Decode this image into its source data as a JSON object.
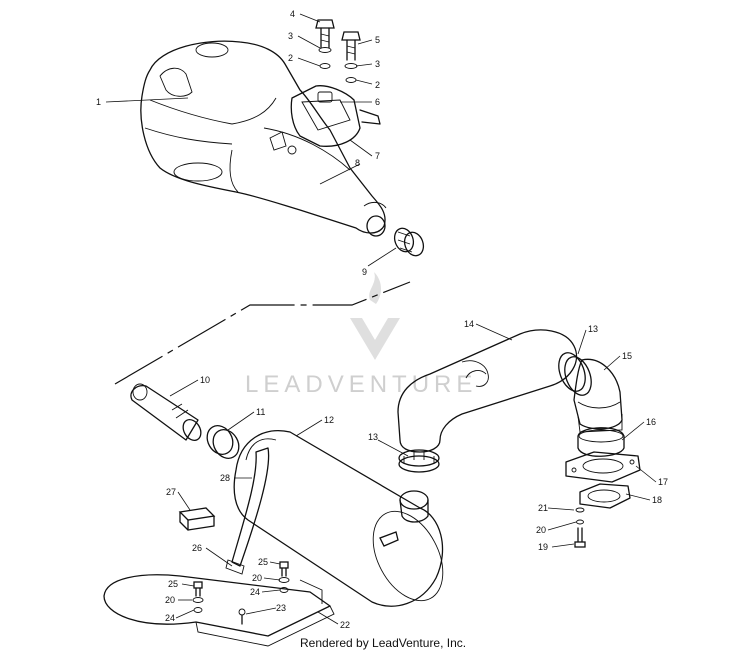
{
  "watermark": {
    "brand": "LEADVENTURE"
  },
  "credit": "Rendered by LeadVenture, Inc.",
  "callouts": [
    "1",
    "2",
    "2",
    "3",
    "3",
    "4",
    "5",
    "6",
    "7",
    "8",
    "9",
    "10",
    "11",
    "12",
    "13",
    "13",
    "14",
    "15",
    "16",
    "17",
    "18",
    "19",
    "20",
    "20",
    "20",
    "21",
    "22",
    "23",
    "24",
    "24",
    "25",
    "25",
    "26",
    "27",
    "28"
  ]
}
